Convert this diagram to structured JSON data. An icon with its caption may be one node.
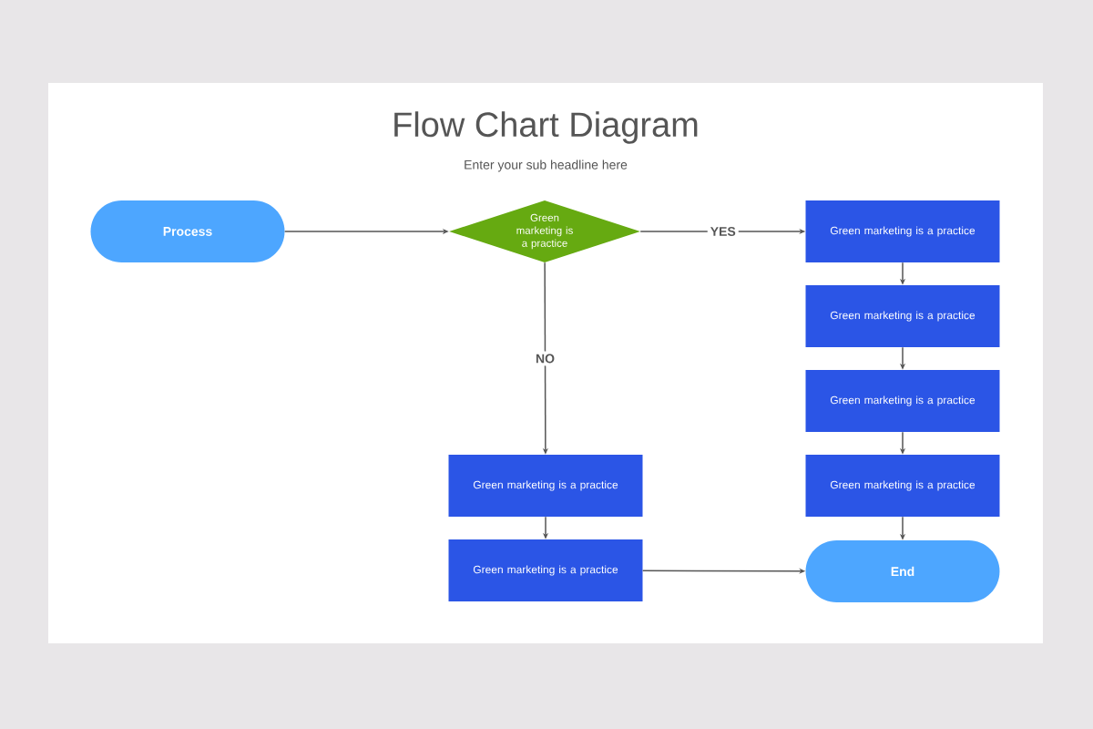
{
  "diagram": {
    "title": "Flow Chart Diagram",
    "caption": "Enter your sub headline here",
    "nodes": [
      {
        "text": [
          "Process"
        ]
      },
      {
        "text": [
          "Green marketing is a practice"
        ]
      },
      {
        "text": [
          "Green marketing is a practice"
        ]
      },
      {
        "text": [
          "Green marketing is a practice"
        ]
      },
      {
        "text": [
          "Green marketing is a practice"
        ]
      },
      {
        "text": [
          "Green marketing is a practice"
        ]
      },
      {
        "text": [
          "End"
        ]
      },
      {
        "text": [
          "Green marketing is a practice"
        ]
      },
      {
        "text": [
          "Green marketing is a practice"
        ]
      }
    ],
    "edges": [
      {
        "from": 0,
        "to": 1,
        "arrow": "to"
      },
      {
        "from": 1,
        "to": 2,
        "arrow": "to",
        "label": "YES"
      },
      {
        "from": 1,
        "to": 7,
        "arrow": "to",
        "label": "NO"
      },
      {
        "from": 2,
        "to": 3,
        "arrow": "to"
      },
      {
        "from": 3,
        "to": 4,
        "arrow": "to"
      },
      {
        "from": 4,
        "to": 5,
        "arrow": "to"
      },
      {
        "from": 5,
        "to": 6,
        "arrow": "to"
      },
      {
        "from": 7,
        "to": 8,
        "arrow": "to"
      },
      {
        "from": 8,
        "to": 6,
        "arrow": "to"
      }
    ]
  }
}
